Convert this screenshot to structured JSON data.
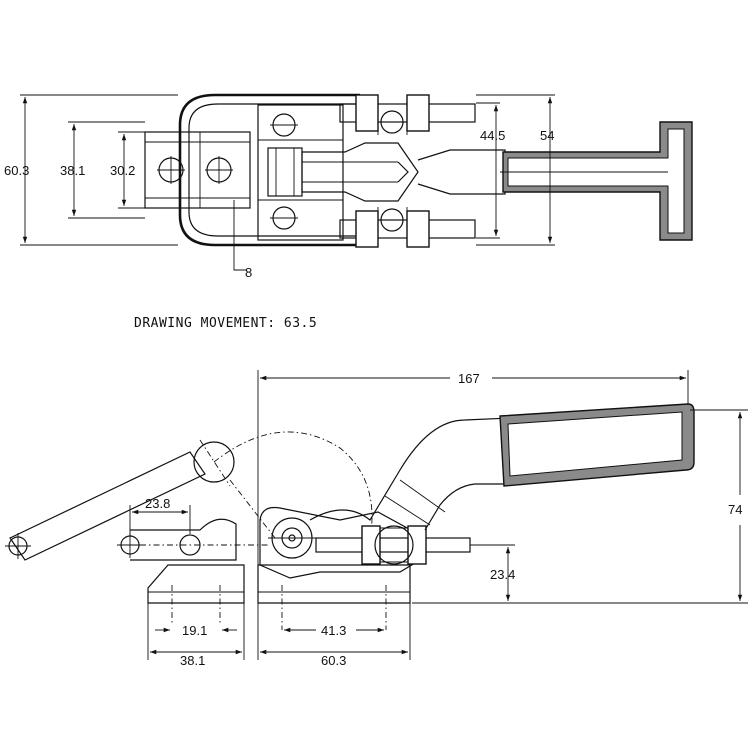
{
  "top_view": {
    "dim_overall_height": "60.3",
    "dim_body_height": "38.1",
    "dim_base_inner": "30.2",
    "dim_slot": "8",
    "dim_bolt_span": "44.5",
    "dim_outer_span": "54"
  },
  "note": "DRAWING MOVEMENT: 63.5",
  "side_view": {
    "dim_length": "167",
    "dim_height": "74",
    "dim_hook_offset": "23.8",
    "dim_spindle_height": "23.4",
    "dim_hole_spacing_small": "19.1",
    "dim_base_width_small": "38.1",
    "dim_hole_spacing_large": "41.3",
    "dim_base_width_large": "60.3"
  }
}
